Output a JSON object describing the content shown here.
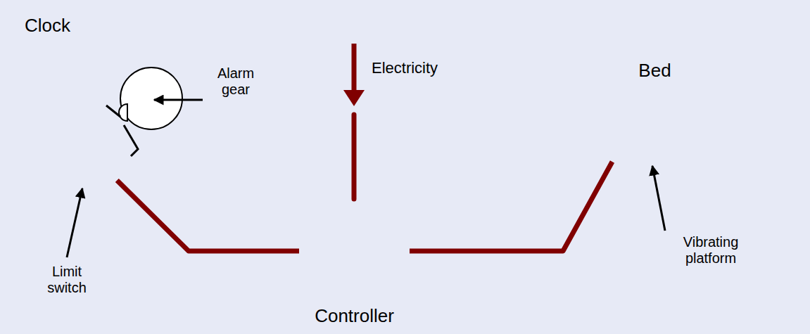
{
  "diagram": {
    "nodes": [
      {
        "text": [
          "Clock"
        ]
      },
      {
        "text": [
          "Limit switch"
        ],
        "in": 0
      },
      {
        "text": [
          "Controller"
        ]
      },
      {
        "text": [
          "Bed"
        ]
      },
      {
        "text": [
          "Vibrating platform"
        ],
        "in": 3
      }
    ],
    "edges": [
      {
        "from": 1,
        "to": 2,
        "arrow": "none"
      },
      {
        "from": 2,
        "to": 4,
        "arrow": "none"
      }
    ],
    "labels": [
      "Alarm gear",
      "Electricity"
    ]
  }
}
